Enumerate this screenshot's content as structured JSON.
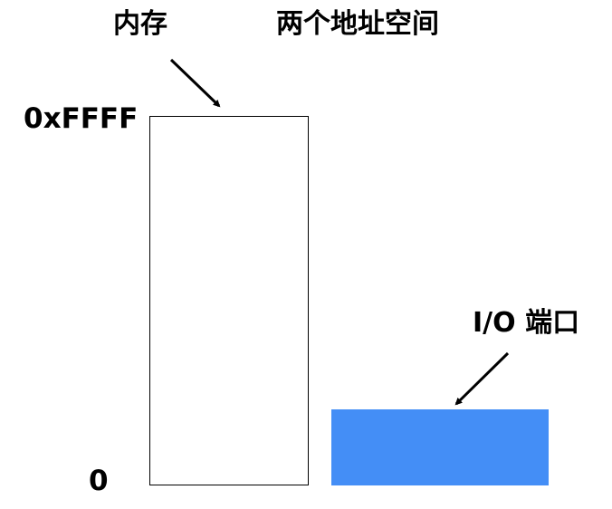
{
  "title": "两个地址空间",
  "memory": {
    "label": "内存",
    "top_address": "0xFFFF",
    "bottom_address": "0"
  },
  "io": {
    "label": "I/O 端口",
    "color": "#448EF6"
  }
}
